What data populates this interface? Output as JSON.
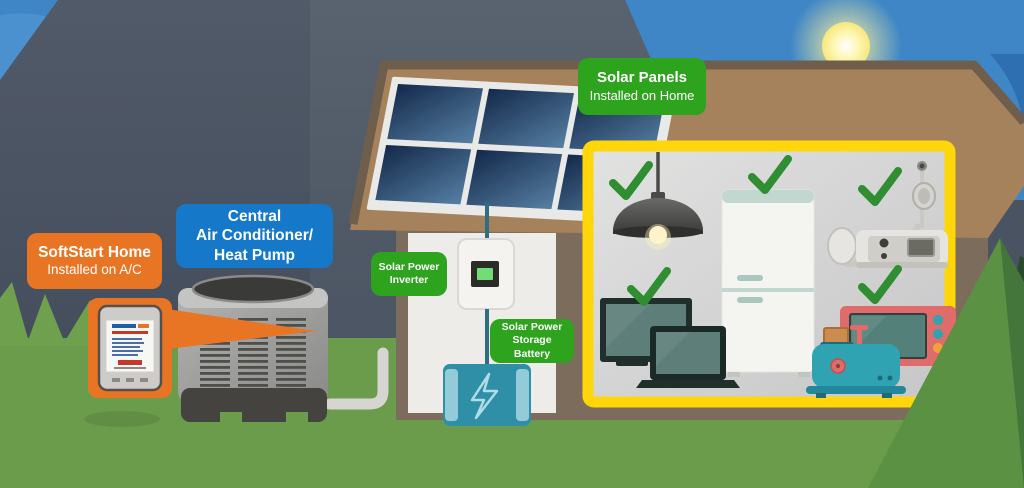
{
  "labels": {
    "softstart": {
      "title": "SoftStart Home",
      "subtitle": "Installed on A/C"
    },
    "central_ac": {
      "line1": "Central",
      "line2": "Air Conditioner/",
      "line3": "Heat Pump"
    },
    "solar_panels": {
      "title": "Solar Panels",
      "subtitle": "Installed on Home"
    },
    "inverter": {
      "line1": "Solar Power",
      "line2": "Inverter"
    },
    "battery": {
      "line1": "Solar Power",
      "line2": "Storage Battery"
    }
  },
  "colors": {
    "label-orange": "#E87524",
    "label-blue": "#1578C8",
    "label-green": "#2DA31E",
    "highlight-yellow": "#FFD60A",
    "check-green": "#2F8E31"
  },
  "icons": {
    "checkmark": "✓",
    "lightning-bolt": "⚡",
    "sun": "☀"
  },
  "scene": {
    "items": [
      "sun",
      "mountains",
      "solar-panels-on-roof",
      "solar-power-inverter",
      "solar-power-storage-battery",
      "central-air-conditioner",
      "softstart-device",
      "house-cutaway"
    ],
    "appliances_powered": [
      {
        "name": "pendant-lamp",
        "checked": true
      },
      {
        "name": "refrigerator",
        "checked": true
      },
      {
        "name": "cpap-machine",
        "checked": true
      },
      {
        "name": "tv-and-laptop",
        "checked": true
      },
      {
        "name": "microwave-and-toaster",
        "checked": true
      }
    ]
  }
}
